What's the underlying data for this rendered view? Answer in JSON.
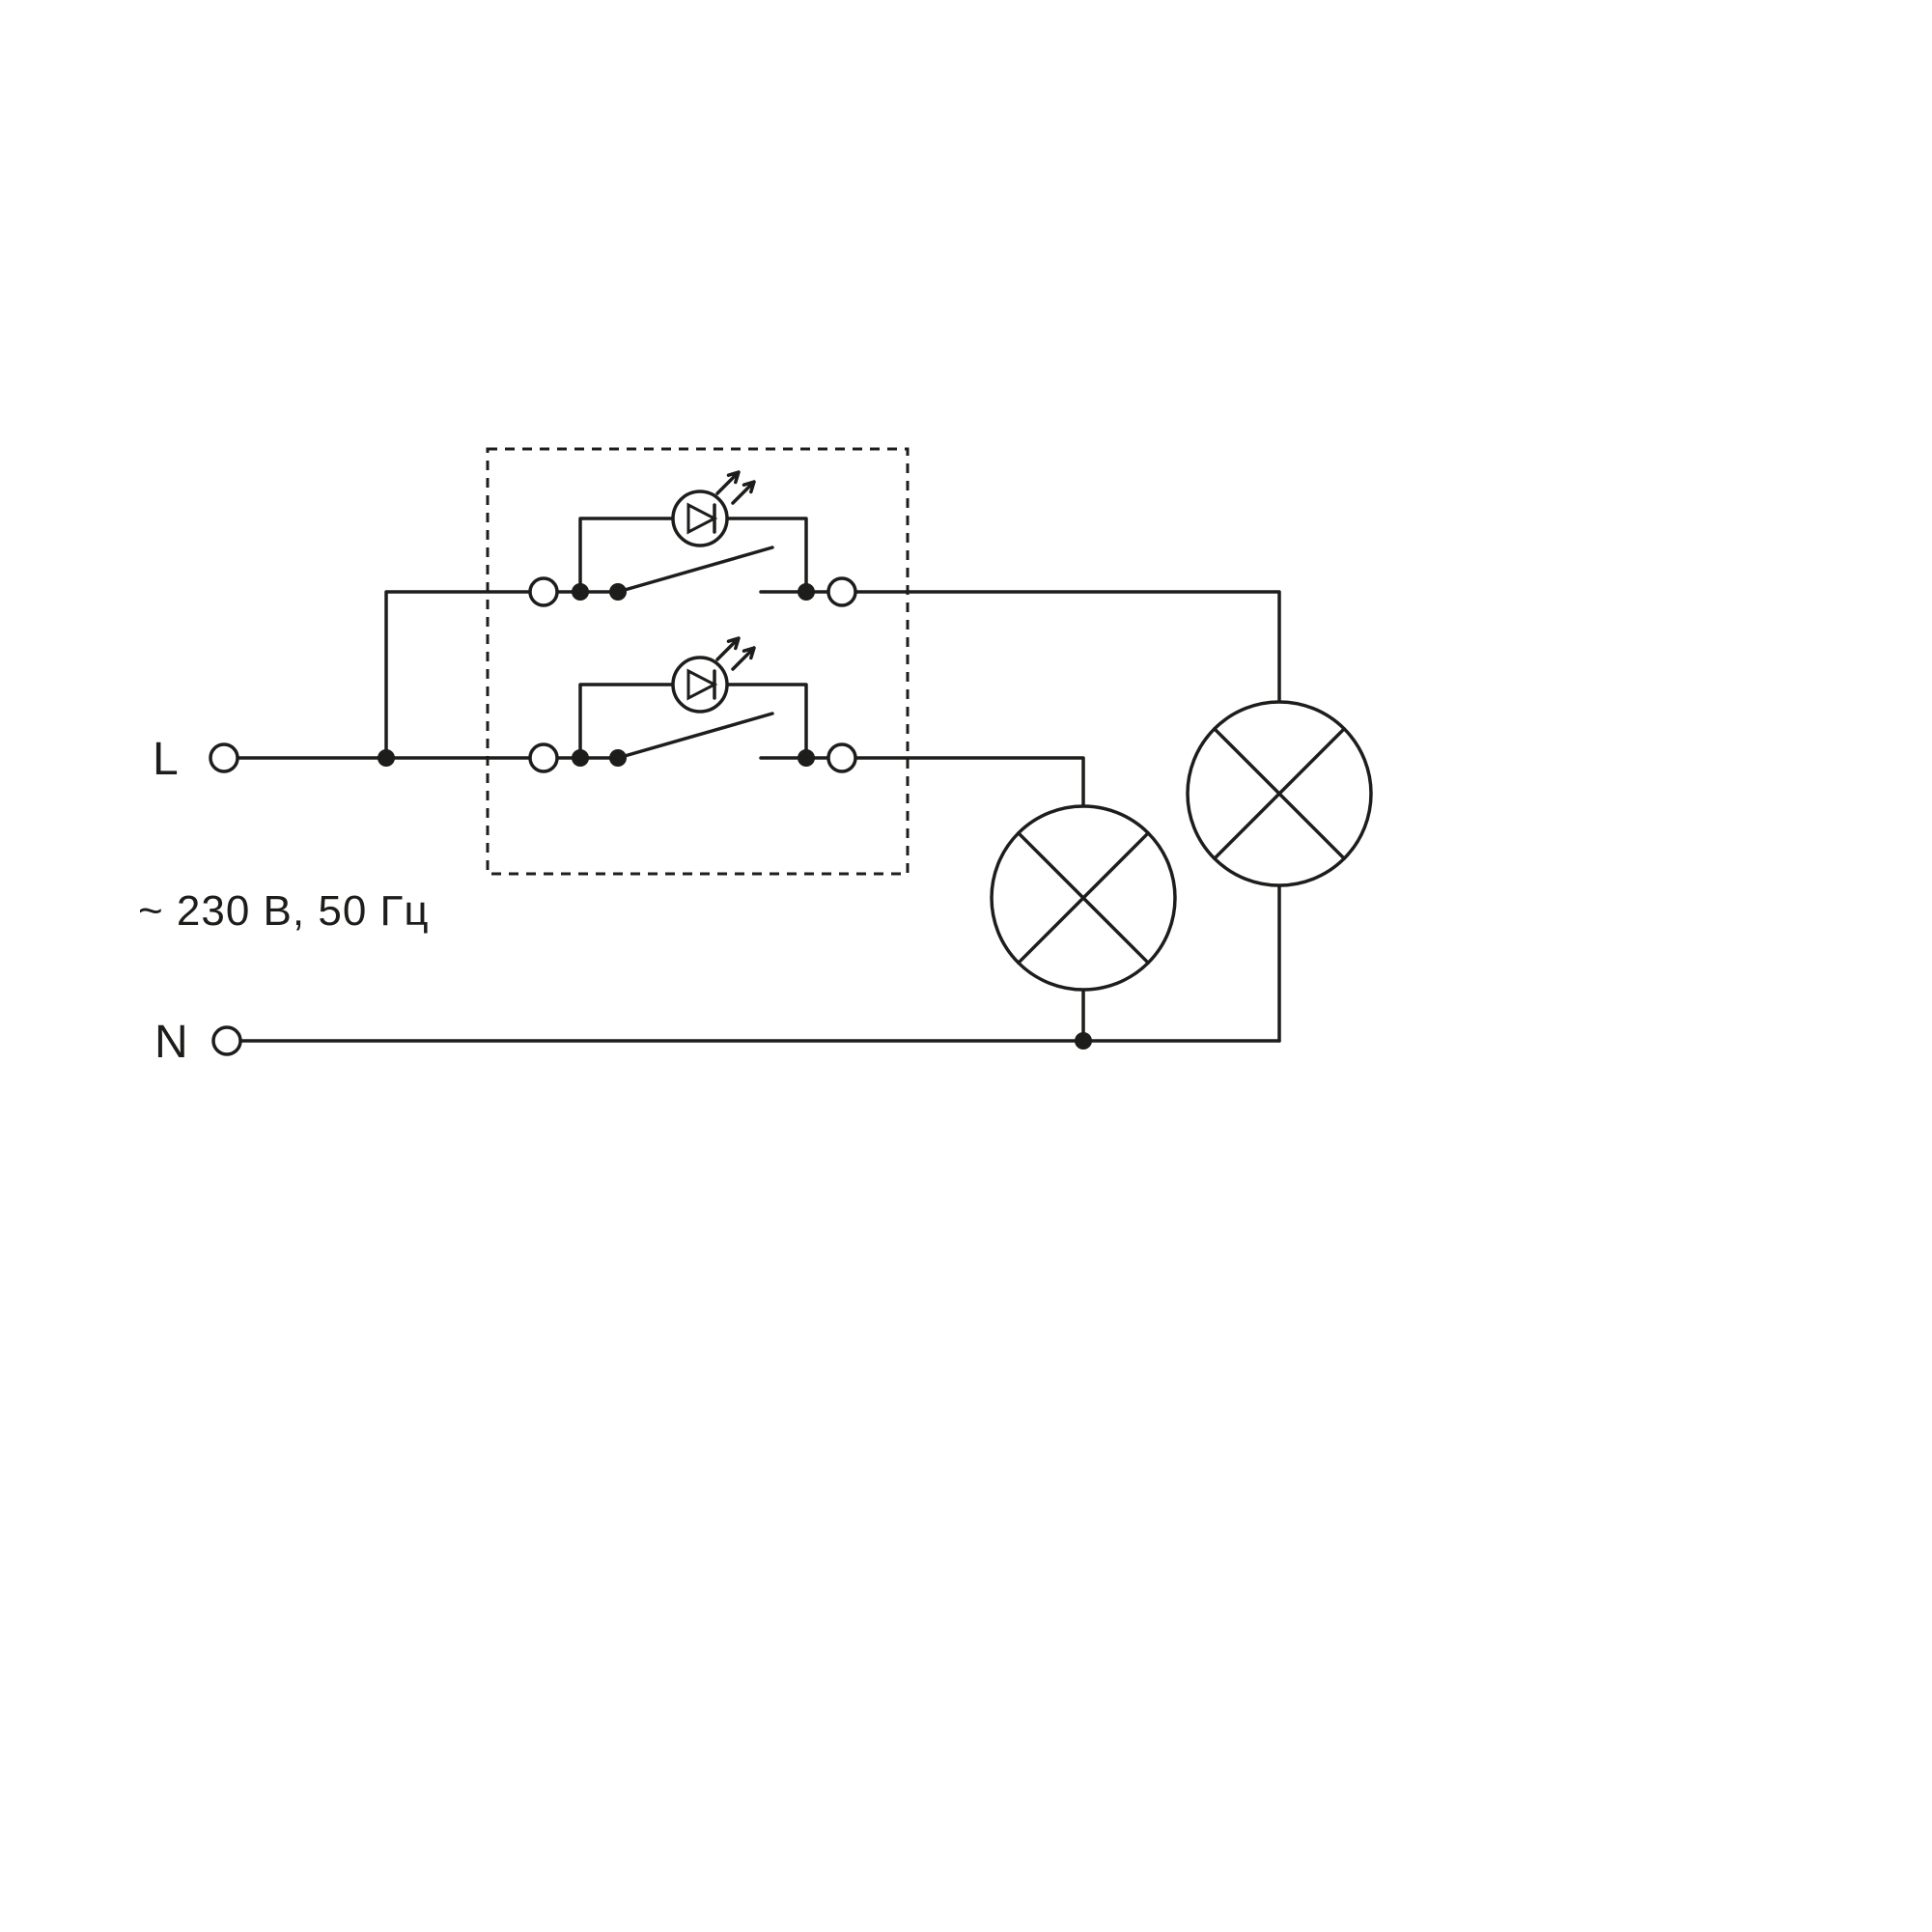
{
  "diagram": {
    "type": "wiring-schematic",
    "labels": {
      "line_terminal": "L",
      "neutral_terminal": "N",
      "power_rating": "~ 230 В, 50 Гц"
    },
    "colors": {
      "line": "#1d1d1b",
      "background": "#ffffff"
    },
    "components": {
      "enclosure": "two-gang-switch-dashed-outline",
      "switch_units": [
        "switch-1-with-led-indicator",
        "switch-2-with-led-indicator"
      ],
      "lamps": [
        "lamp-1",
        "lamp-2"
      ]
    }
  }
}
